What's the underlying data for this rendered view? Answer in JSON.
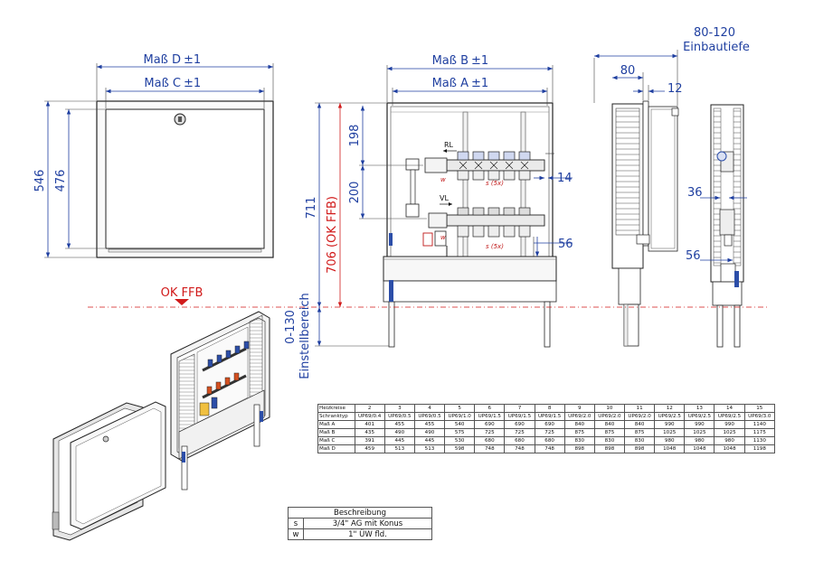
{
  "front_view": {
    "dim_d": "Maß D",
    "dim_c": "Maß C",
    "tol": "±1",
    "height_outer": "546",
    "height_inner": "476"
  },
  "open_view": {
    "dim_b": "Maß B",
    "dim_a": "Maß A",
    "tol": "±1",
    "dim_198": "198",
    "dim_200": "200",
    "dim_711": "711",
    "dim_706": "706 (OK FFB)",
    "dim_14": "14",
    "dim_56": "56",
    "rl": "RL",
    "vl": "VL",
    "s5x_top": "s (5x)",
    "s5x_bottom": "s (5x)",
    "w_top": "w",
    "w_bottom": "w"
  },
  "side_view": {
    "einbautiefe_range": "80-120",
    "einbautiefe": "Einbautiefe",
    "dim_80": "80",
    "dim_12": "12",
    "dim_36": "36",
    "dim_56": "56"
  },
  "floor": {
    "ok_ffb": "OK FFB",
    "range": "0-130",
    "label": "Einstellbereich"
  },
  "spec_table": {
    "rows": [
      [
        "Heizkreise",
        "2",
        "3",
        "4",
        "5",
        "6",
        "7",
        "8",
        "9",
        "10",
        "11",
        "12",
        "13",
        "14",
        "15"
      ],
      [
        "Schranktyp",
        "UP69/0.4",
        "UP69/0.5",
        "UP69/0.5",
        "UP69/1.0",
        "UP69/1.5",
        "UP69/1.5",
        "UP69/1.5",
        "UP69/2.0",
        "UP69/2.0",
        "UP69/2.0",
        "UP69/2.5",
        "UP69/2.5",
        "UP69/2.5",
        "UP69/3.0"
      ],
      [
        "Maß A",
        "401",
        "455",
        "455",
        "540",
        "690",
        "690",
        "690",
        "840",
        "840",
        "840",
        "990",
        "990",
        "990",
        "1140"
      ],
      [
        "Maß B",
        "435",
        "490",
        "490",
        "575",
        "725",
        "725",
        "725",
        "875",
        "875",
        "875",
        "1025",
        "1025",
        "1025",
        "1175"
      ],
      [
        "Maß C",
        "391",
        "445",
        "445",
        "530",
        "680",
        "680",
        "680",
        "830",
        "830",
        "830",
        "980",
        "980",
        "980",
        "1130"
      ],
      [
        "Maß D",
        "459",
        "513",
        "513",
        "598",
        "748",
        "748",
        "748",
        "898",
        "898",
        "898",
        "1048",
        "1048",
        "1048",
        "1198"
      ]
    ]
  },
  "legend": {
    "header": "Beschreibung",
    "rows": [
      {
        "key": "s",
        "value": "3/4\" AG mit Konus"
      },
      {
        "key": "w",
        "value": "1\" ÜW fld."
      }
    ]
  },
  "colors": {
    "dimension": "#1f3fa0",
    "floor_reference": "#d11a1a",
    "outline": "#222222"
  }
}
